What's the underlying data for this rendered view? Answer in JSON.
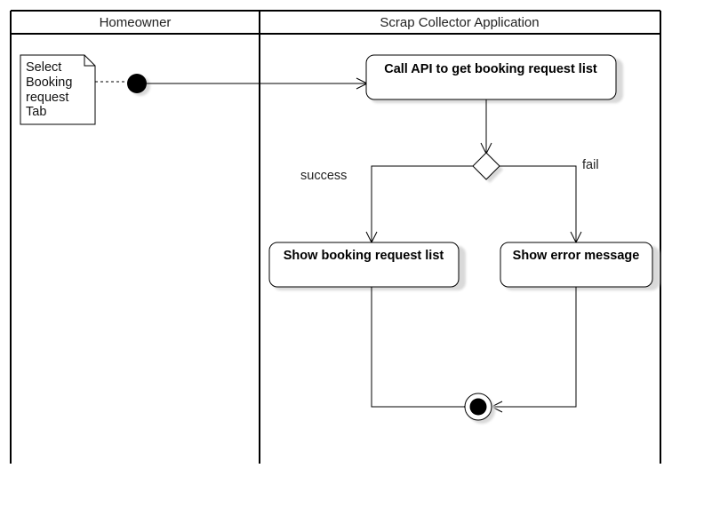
{
  "lanes": [
    {
      "title": "Homeowner"
    },
    {
      "title": "Scrap Collector Application"
    }
  ],
  "note": {
    "lines": [
      "Select",
      "Booking",
      "request",
      "Tab"
    ]
  },
  "activities": {
    "call_api": "Call API to get booking request list",
    "show_list": "Show booking request list",
    "show_error": "Show error message"
  },
  "guards": {
    "success": "success",
    "fail": "fail"
  },
  "colors": {
    "stroke": "#000000",
    "shadow": "#d9d9d9",
    "fill": "#ffffff"
  }
}
